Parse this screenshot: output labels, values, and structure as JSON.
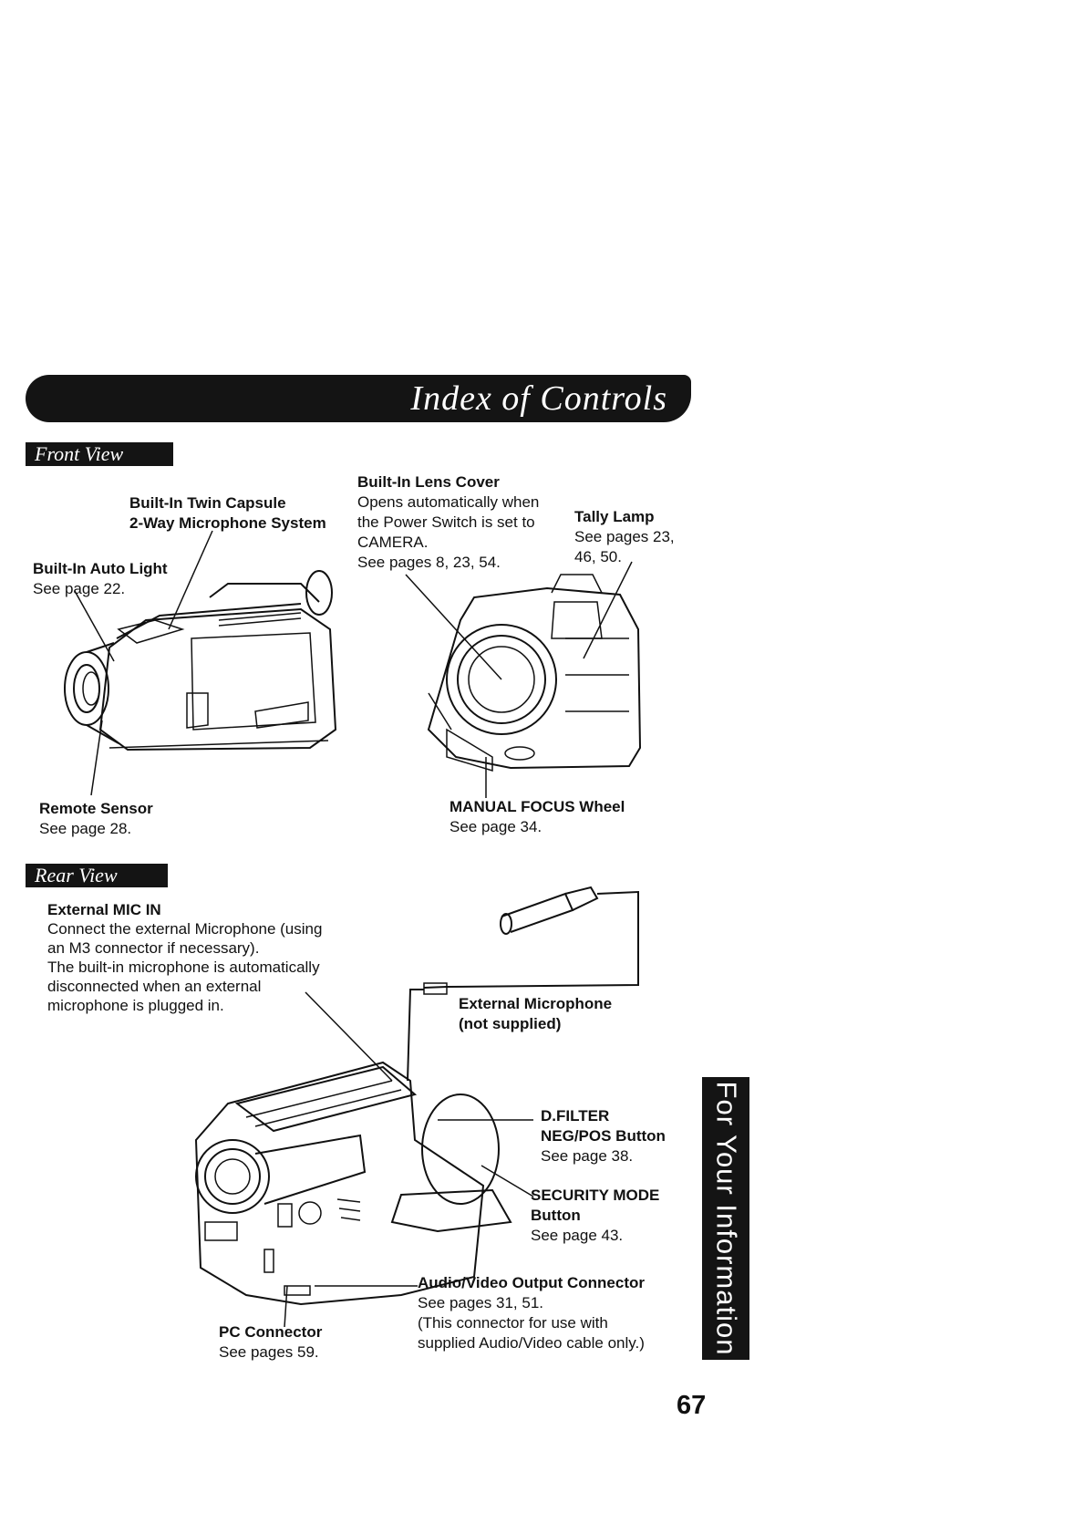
{
  "header": {
    "title": "Index of Controls"
  },
  "sections": {
    "front": "Front View",
    "rear": "Rear View"
  },
  "side_tab": "For Your Information",
  "page_number": "67",
  "front": {
    "twin_mic": {
      "title1": "Built-In Twin Capsule",
      "title2": "2-Way Microphone System"
    },
    "auto_light": {
      "title": "Built-In Auto Light",
      "desc": "See page 22."
    },
    "lens_cover": {
      "title": "Built-In Lens Cover",
      "l1": "Opens automatically when",
      "l2": "the Power Switch is set to",
      "l3": "CAMERA.",
      "l4": "See pages 8, 23, 54."
    },
    "tally": {
      "title": "Tally Lamp",
      "l1": "See pages 23,",
      "l2": "46, 50."
    },
    "remote": {
      "title": "Remote Sensor",
      "desc": "See page 28."
    },
    "focus": {
      "title": "MANUAL FOCUS Wheel",
      "desc": "See page 34."
    }
  },
  "rear": {
    "mic_in": {
      "title": "External MIC IN",
      "l1": "Connect the external Microphone (using",
      "l2": "an M3 connector if necessary).",
      "l3": "The built-in microphone is automatically",
      "l4": "disconnected when an external",
      "l5": "microphone is plugged in."
    },
    "ext_mic": {
      "l1": "External Microphone",
      "l2": "(not supplied)"
    },
    "dfilter": {
      "l1": "D.FILTER",
      "l2": "NEG/POS Button",
      "l3": "See page 38."
    },
    "security": {
      "l1": "SECURITY MODE",
      "l2": "Button",
      "l3": "See page 43."
    },
    "av_out": {
      "title": "Audio/Video Output Connector",
      "l1": "See pages 31, 51.",
      "l2": "(This connector for use with",
      "l3": "supplied Audio/Video cable only.)"
    },
    "pc": {
      "title": "PC Connector",
      "desc": "See pages 59."
    }
  }
}
